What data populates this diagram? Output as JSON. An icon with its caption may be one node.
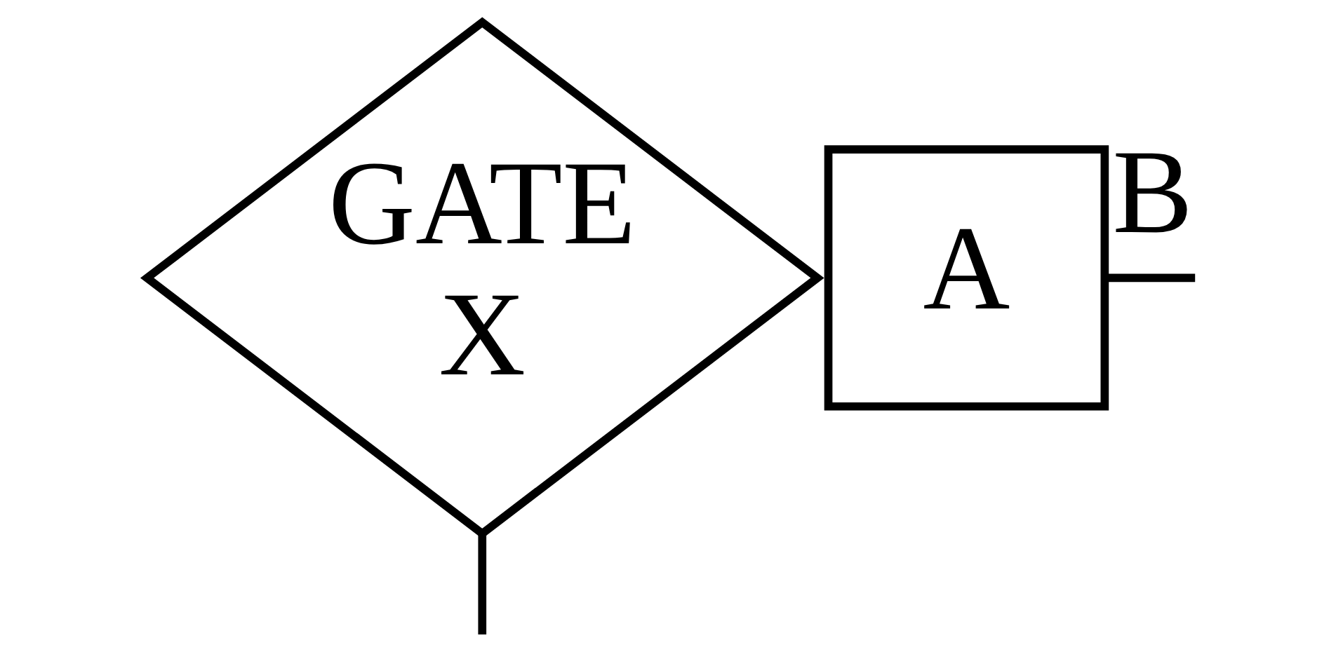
{
  "diagram": {
    "nodes": [
      {
        "text": [
          "GATE X"
        ]
      },
      {
        "text": [
          "A"
        ]
      }
    ],
    "edges": [
      {
        "from": 0,
        "to": null,
        "arrow": "none"
      },
      {
        "from": 1,
        "to": null,
        "arrow": "none",
        "label": "B"
      }
    ]
  }
}
